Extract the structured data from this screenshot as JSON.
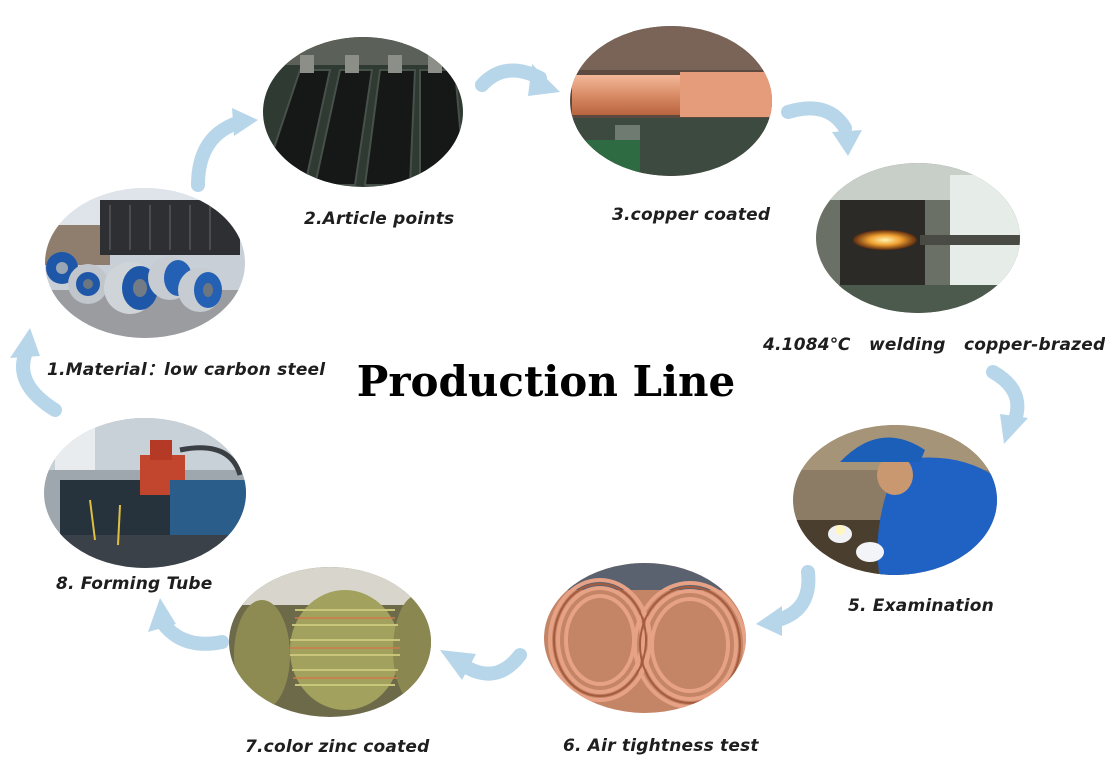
{
  "title": "Production Line",
  "steps": [
    {
      "id": "material",
      "label": "1.Material：low carbon steel",
      "icon": "steel-coils-photo"
    },
    {
      "id": "article-points",
      "label": "2.Article points",
      "icon": "steel-strips-photo"
    },
    {
      "id": "copper-coated",
      "label": "3.copper coated",
      "icon": "copper-roll-photo"
    },
    {
      "id": "welding",
      "label": "4.1084℃   welding   copper-brazed",
      "icon": "furnace-photo"
    },
    {
      "id": "examination",
      "label": "5. Examination",
      "icon": "worker-inspection-photo"
    },
    {
      "id": "air-tightness",
      "label": "6. Air tightness test",
      "icon": "copper-coils-photo"
    },
    {
      "id": "zinc-coated",
      "label": "7.color zinc coated",
      "icon": "zinc-coils-photo"
    },
    {
      "id": "forming-tube",
      "label": "8. Forming Tube",
      "icon": "tube-bender-photo"
    }
  ],
  "colors": {
    "arrow": "#b7d6ea",
    "arrow_edge": "#98c1dc",
    "text": "#1e1e1e",
    "copper": "#cc7a55",
    "steel_blue": "#1f57a8"
  }
}
